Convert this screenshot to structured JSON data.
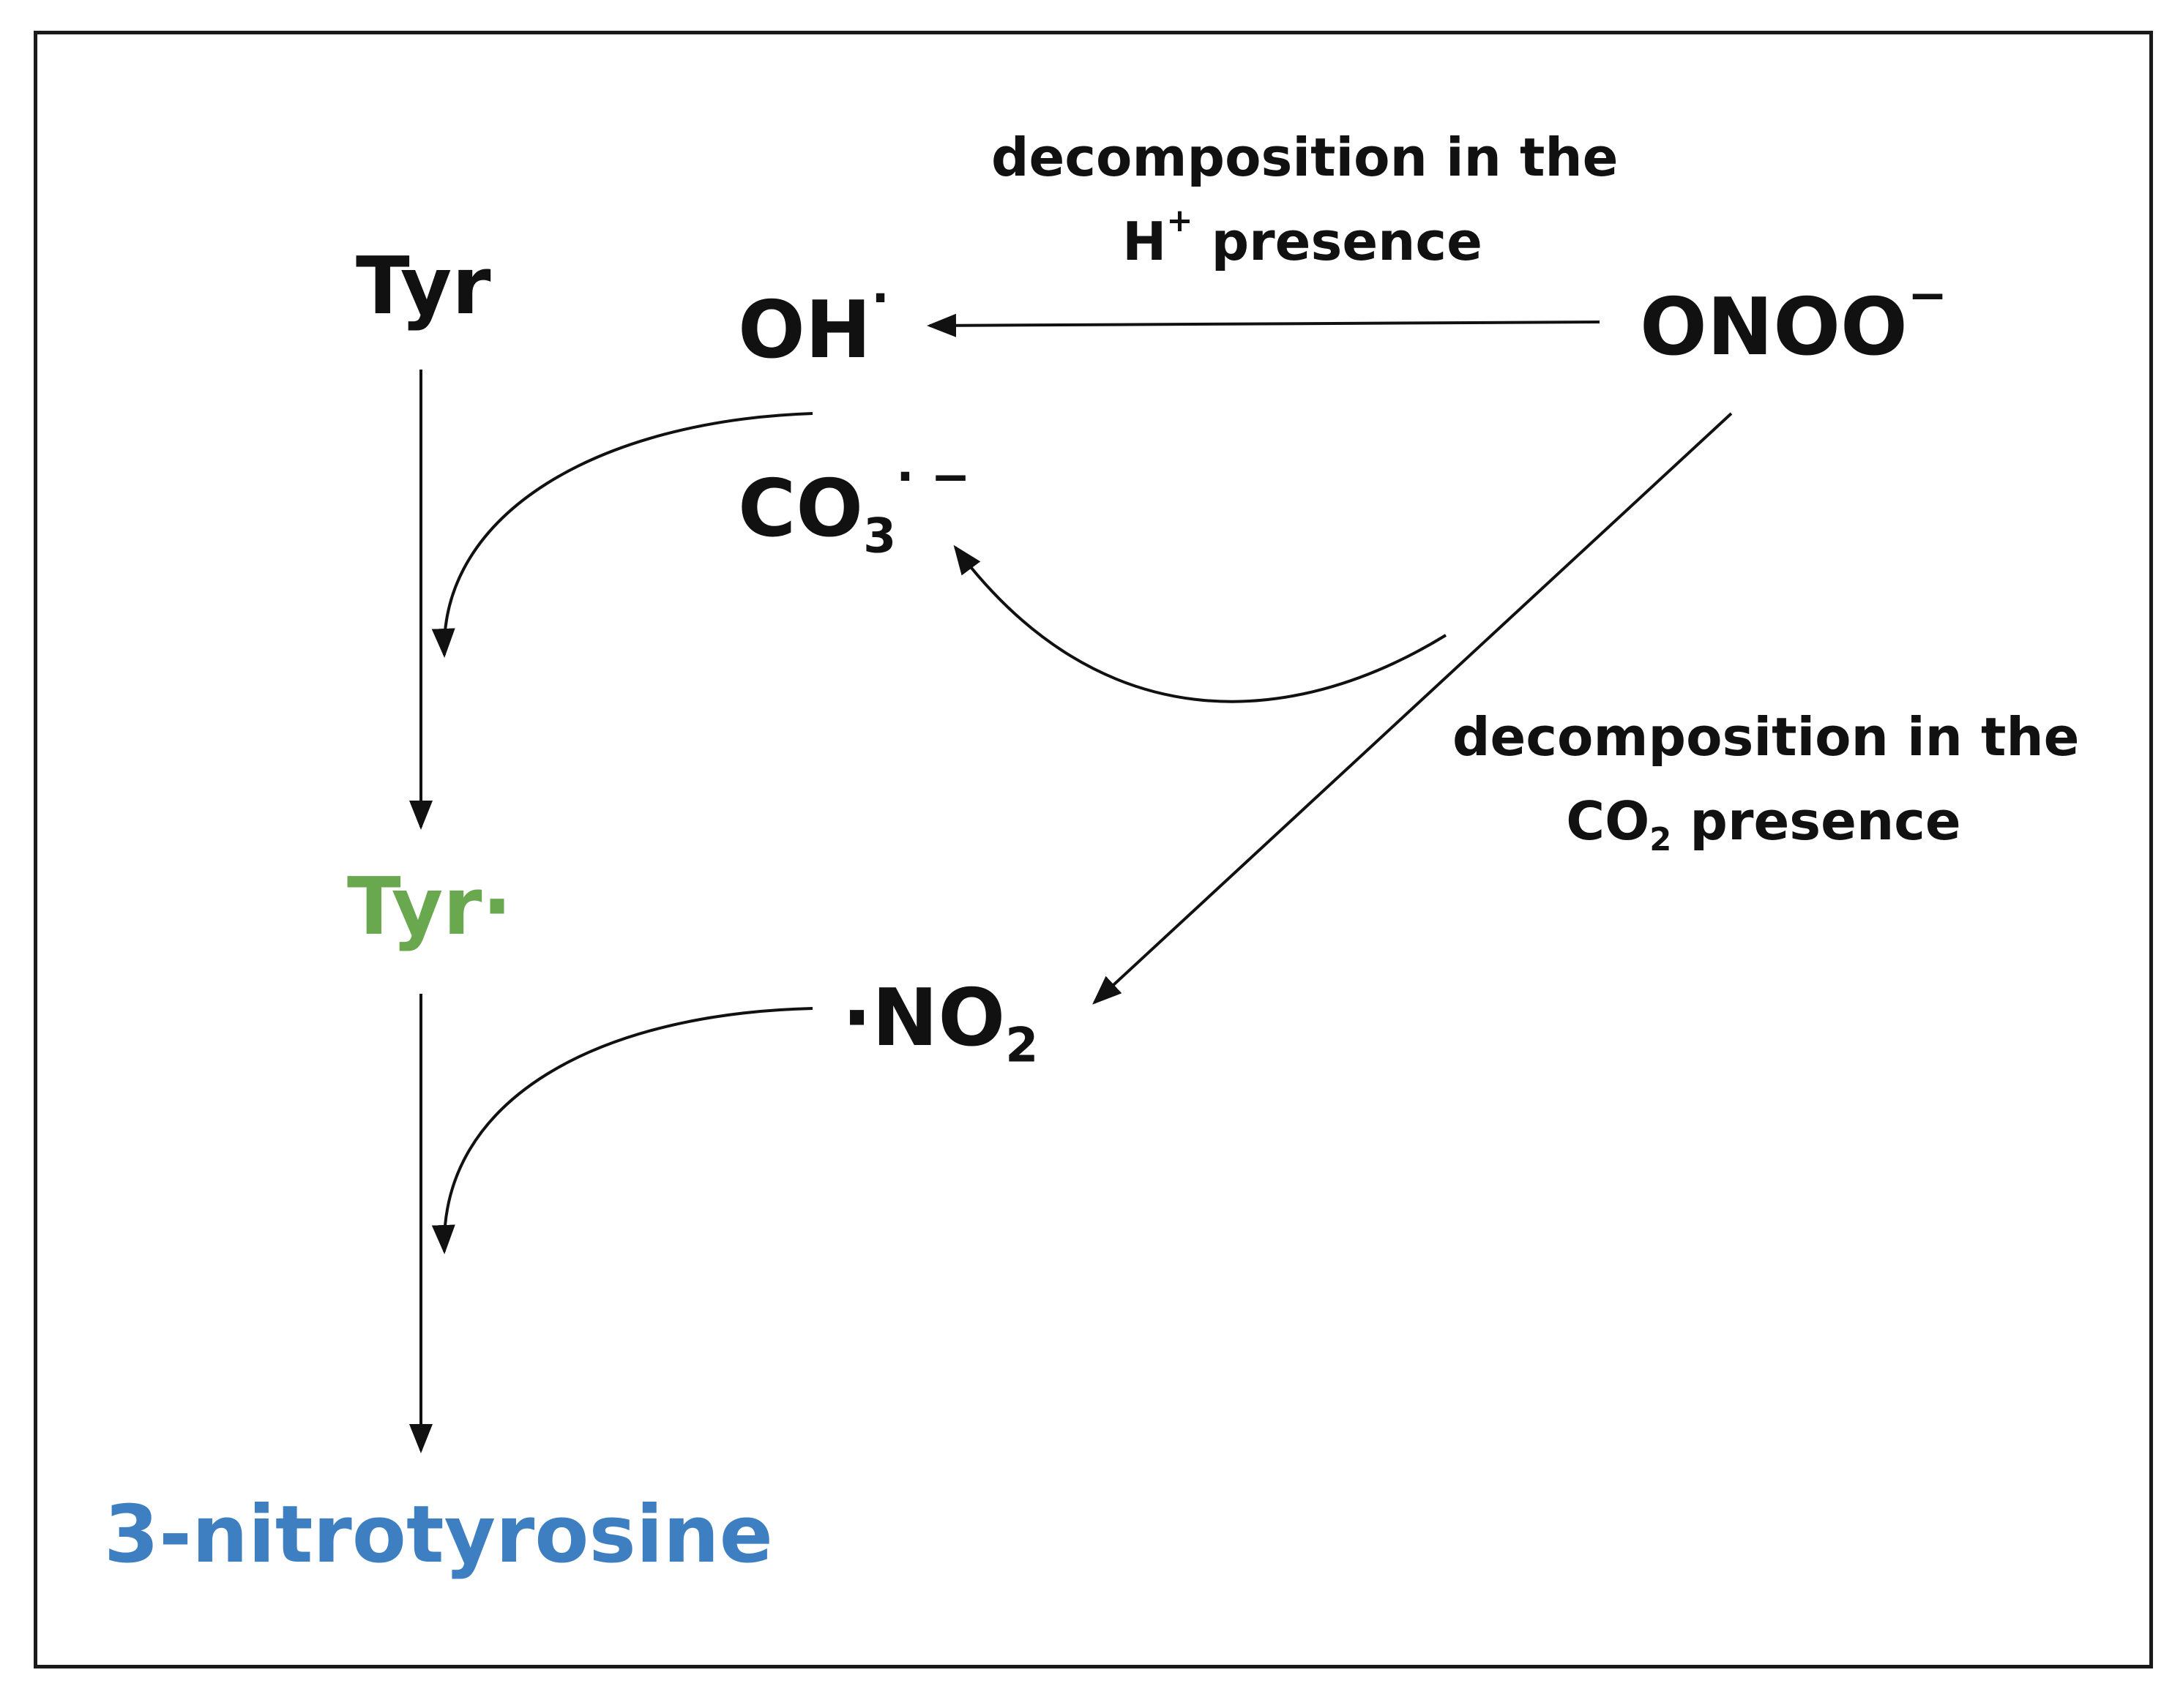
{
  "colors": {
    "text": "#111111",
    "tyr_radical": "#6aa84f",
    "nitrotyrosine": "#3d7fc1",
    "arrow": "#111111"
  },
  "species": {
    "tyr": "Tyr",
    "tyr_radical": "Tyr·",
    "nitrotyrosine": "3-nitrotyrosine",
    "oh_base": "OH",
    "oh_sup": "·",
    "onoo": "ONOO",
    "onoo_charge": "−",
    "co3_base": "CO",
    "co3_sub": "3",
    "co3_sup": "· −",
    "no2_dot": "·",
    "no2_base": "NO",
    "no2_sub": "2"
  },
  "annotations": {
    "h_line1": "decomposition in the",
    "h_ion_base": "H",
    "h_ion_sup": "+",
    "h_line2_rest": " presence",
    "co2_line1": "decomposition in the",
    "co2_base": "CO",
    "co2_sub": "2",
    "co2_line2_rest": " presence"
  }
}
